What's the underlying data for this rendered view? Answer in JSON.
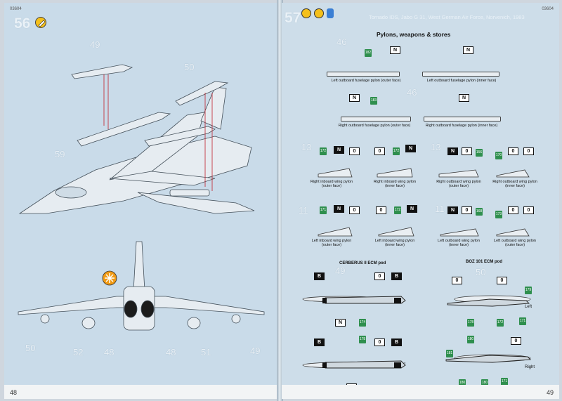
{
  "left_page": {
    "step_number": "56",
    "page_number": "48",
    "code": "03604",
    "callouts": [
      "49",
      "50",
      "59",
      "50",
      "52",
      "48",
      "48",
      "51",
      "49"
    ]
  },
  "right_page": {
    "step_number": "57",
    "page_number": "49",
    "code": "03604",
    "header": "Tornado IDS, Jabo G 31, West German Air Force, Norvenich, 1983",
    "title": "Pylons, weapons & stores",
    "markers": [
      "46",
      "46",
      "13",
      "13",
      "11",
      "11",
      "49",
      "50"
    ],
    "pylon_labels": [
      "Left outboard fuselage pylon (outer face)",
      "Left outboard fuselage pylon (inner face)",
      "Right outboard fuselage pylon (outer face)",
      "Right outboard fuselage pylon (inner face)"
    ],
    "wing_pylon_labels": [
      "Right inboard wing pylon (outer face)",
      "Right inboard wing pylon (inner face)",
      "Right outboard wing pylon (outer face)",
      "Right outboard wing pylon (inner face)",
      "Left inboard wing pylon (outer face)",
      "Left inboard wing pylon (inner face)",
      "Left outboard wing pylon (inner face)",
      "Left outboard wing pylon (outer face)"
    ],
    "pod_titles": [
      "CERBERUS II ECM pod",
      "BOZ 101 ECM pod"
    ],
    "sides": [
      "Left",
      "Right",
      "Left",
      "Right"
    ],
    "decal_tags": [
      "182",
      "183",
      "172",
      "172",
      "156",
      "170",
      "171",
      "172",
      "168",
      "173",
      "174",
      "178",
      "179",
      "178",
      "172",
      "171",
      "180",
      "181",
      "180"
    ],
    "flag_letters": [
      "N",
      "0",
      "B"
    ]
  }
}
